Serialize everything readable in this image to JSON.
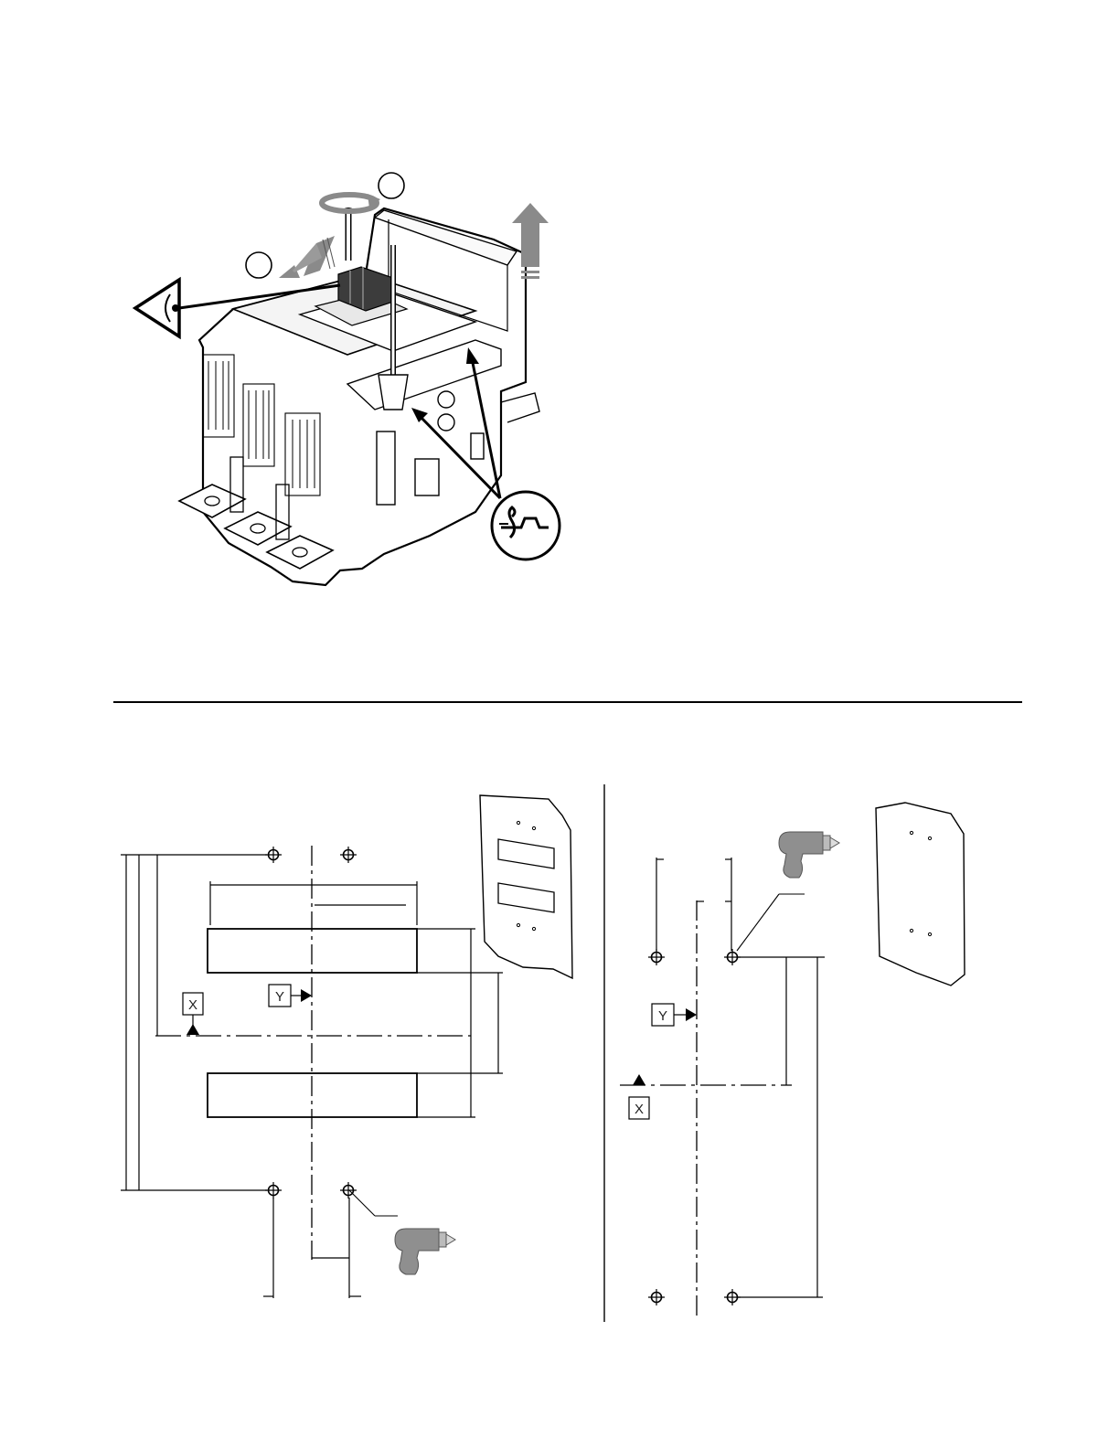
{
  "page": {
    "background": "#ffffff",
    "ink": "#000000",
    "gray_arrow": "#8a8a8a",
    "drill_color": "#8f8f8f"
  },
  "upper_figure": {
    "step_markers": [
      "",
      ""
    ],
    "icons": [
      "eye-icon",
      "rotate-arrow-icon",
      "up-arrow-icon",
      "push-arrow-icon",
      "latch-symbol-icon"
    ]
  },
  "lower_left_figure": {
    "datum_x_label": "X",
    "datum_y_label": "Y",
    "icons": [
      "drill-icon",
      "hole-marker-icon",
      "panel-thumbnail-icon"
    ]
  },
  "lower_right_figure": {
    "datum_x_label": "X",
    "datum_y_label": "Y",
    "icons": [
      "drill-icon",
      "hole-marker-icon",
      "panel-thumbnail-icon"
    ]
  }
}
